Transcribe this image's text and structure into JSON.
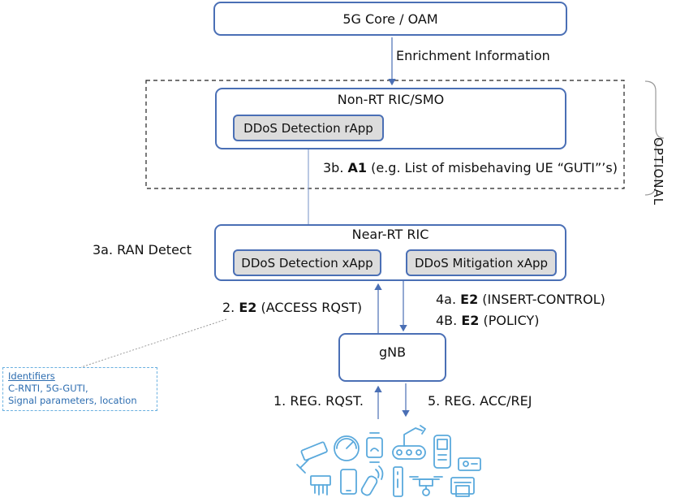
{
  "core_box": "5G Core / OAM",
  "enrichment_label": "Enrichment Information",
  "non_rt_ric": {
    "title": "Non-RT RIC/SMO",
    "rapp": "DDoS Detection rApp"
  },
  "a1_label": {
    "prefix": "3b. ",
    "bold": "A1",
    "suffix": " (e.g. List of misbehaving UE “GUTI”’s)"
  },
  "optional_label": "OPTIONAL",
  "near_rt_ric": {
    "title": "Near-RT RIC",
    "detection_xapp": "DDoS Detection xApp",
    "mitigation_xapp": "DDoS Mitigation xApp"
  },
  "ran_detect_label": "3a. RAN Detect",
  "e2_access": {
    "prefix": "2. ",
    "bold": "E2",
    "suffix": " (ACCESS RQST)"
  },
  "e2_insert": {
    "prefix": "4a. ",
    "bold": "E2",
    "suffix": " (INSERT-CONTROL)"
  },
  "e2_policy": {
    "prefix": "4B. ",
    "bold": "E2",
    "suffix": " (POLICY)"
  },
  "gnb": "gNB",
  "reg_rqst": "1. REG. RQST.",
  "reg_acc": "5. REG. ACC/REJ",
  "identifiers": {
    "heading": "Identifiers",
    "line1": "C-RNTI, 5G-GUTI,",
    "line2": "Signal parameters, location"
  },
  "colors": {
    "box_border": "#4a6fb5",
    "xapp_fill": "#dcdcdc",
    "devices": "#5aa9dc",
    "identifiers": "#2d6db0"
  },
  "device_icons": [
    "cctv-camera-icon",
    "gauge-icon",
    "smartwatch-icon",
    "robot-arm-icon",
    "mobile-phone-icon",
    "projector-icon",
    "shredder-icon",
    "tablet-icon",
    "car-key-icon",
    "speaker-icon",
    "drone-icon",
    "printer-icon"
  ]
}
